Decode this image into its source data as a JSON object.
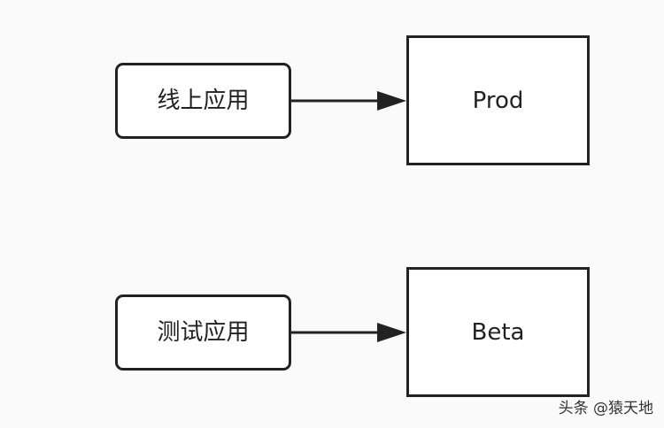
{
  "diagram": {
    "nodes": [
      {
        "id": "app-prod",
        "label": "线上应用"
      },
      {
        "id": "env-prod",
        "label": "Prod"
      },
      {
        "id": "app-beta",
        "label": "测试应用"
      },
      {
        "id": "env-beta",
        "label": "Beta"
      }
    ],
    "edges": [
      {
        "from": "app-prod",
        "to": "env-prod"
      },
      {
        "from": "app-beta",
        "to": "env-beta"
      }
    ]
  },
  "watermark": {
    "text": "头条 @猿天地"
  },
  "colors": {
    "stroke": "#222222",
    "background": "#fafafa",
    "node_fill": "#ffffff"
  }
}
